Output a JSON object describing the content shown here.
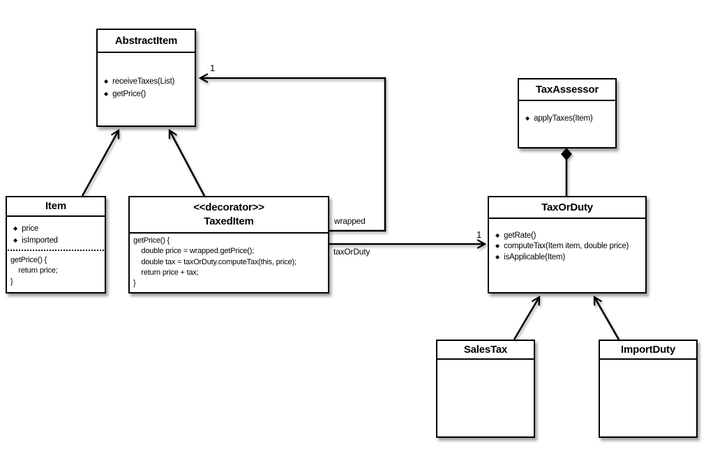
{
  "diagram": {
    "bullet": "◆",
    "classes": {
      "abstract_item": {
        "name": "AbstractItem",
        "methods": [
          "receiveTaxes(List)",
          "getPrice()"
        ]
      },
      "tax_assessor": {
        "name": "TaxAssessor",
        "methods": [
          "applyTaxes(Item)"
        ]
      },
      "item": {
        "name": "Item",
        "attributes": [
          "price",
          "isImported"
        ],
        "code": "getPrice() {\n    return price;\n}"
      },
      "taxed_item": {
        "stereotype": "<<decorator>>",
        "name": "TaxedItem",
        "code": "getPrice() {\n    double price = wrapped.getPrice();\n    double tax = taxOrDuty.computeTax(this, price);\n    return price + tax;\n}"
      },
      "tax_or_duty": {
        "name": "TaxOrDuty",
        "methods": [
          "getRate()",
          "computeTax(Item item, double price)",
          "isApplicable(Item)"
        ]
      },
      "sales_tax": {
        "name": "SalesTax"
      },
      "import_duty": {
        "name": "ImportDuty"
      }
    },
    "relationships": {
      "wrapped_label": "wrapped",
      "wrapped_multiplicity": "1",
      "taxorduty_label": "taxOrDuty",
      "taxorduty_multiplicity": "1"
    },
    "colors": {
      "line": "#000000",
      "fill": "#ffffff"
    }
  }
}
